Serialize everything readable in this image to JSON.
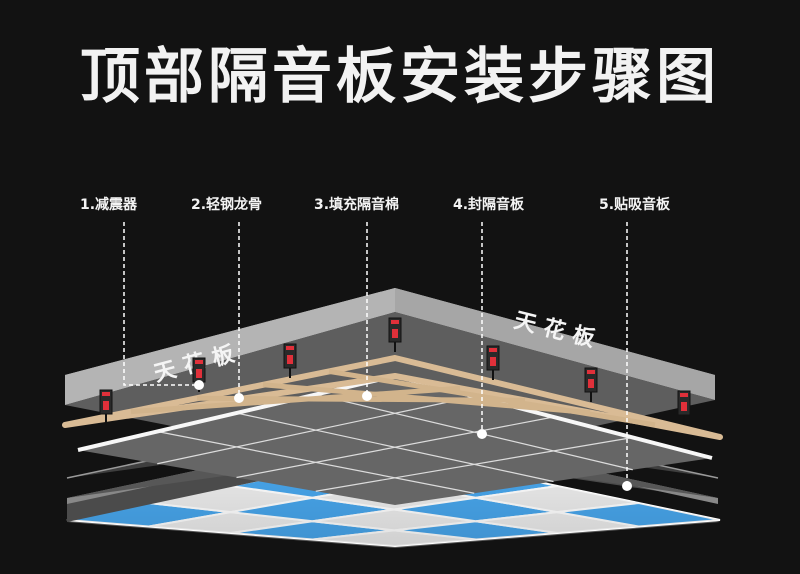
{
  "title": "顶部隔音板安装步骤图",
  "steps": [
    {
      "label": "1.减震器",
      "color": "#ffffff"
    },
    {
      "label": "2.轻钢龙骨",
      "color": "#ffffff"
    },
    {
      "label": "3.填充隔音棉",
      "color": "#ffffff"
    },
    {
      "label": "4.封隔音板",
      "color": "#ffffff"
    },
    {
      "label": "5.贴吸音板",
      "color": "#ffffff"
    }
  ],
  "ceiling_labels": [
    "天花板",
    "天花板"
  ],
  "colors": {
    "background": "#121212",
    "slab": "#a9a9a9",
    "slab_side": "#6e6e6e",
    "keel": "#d9bb95",
    "plate": "#6b6b6b",
    "plate_trim": "#f5f5f5",
    "damper": "#e0303a",
    "panel_blue": "#48a6ec",
    "panel_white": "#ececec"
  }
}
